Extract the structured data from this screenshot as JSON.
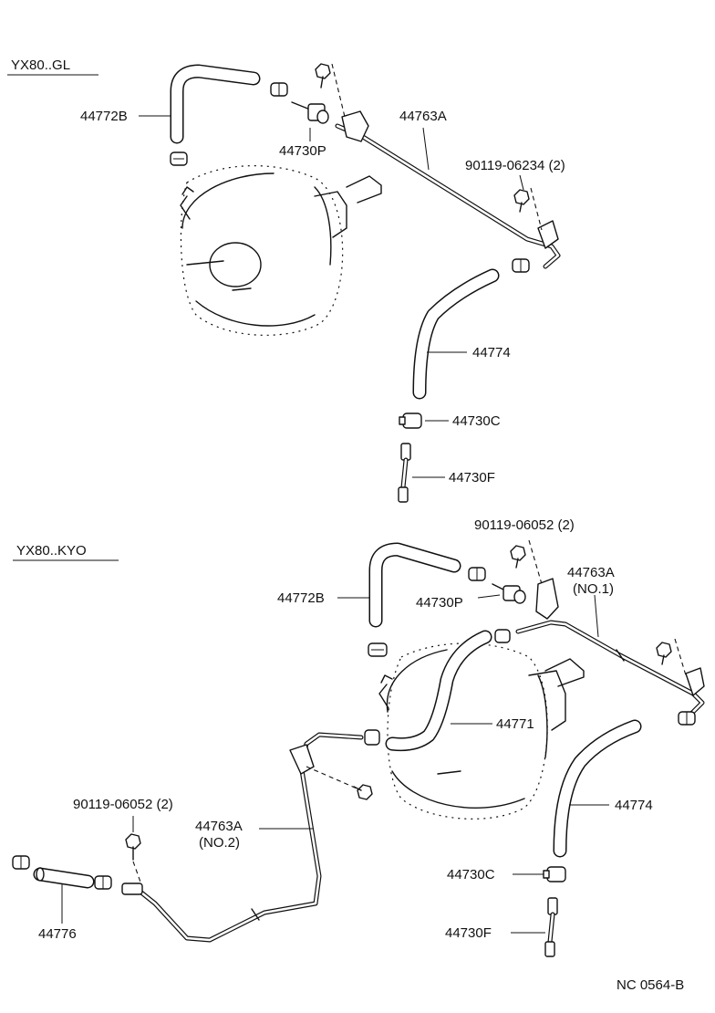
{
  "section_gl": {
    "title": "YX80..GL",
    "parts": {
      "hose_upper": "44772B",
      "check_valve": "44730P",
      "tube": "44763A",
      "bolt": "90119-06234 (2)",
      "hose_lower": "44774",
      "clamp": "44730C",
      "union": "44730F"
    }
  },
  "section_kyo": {
    "title": "YX80..KYO",
    "parts": {
      "bolt_upper": "90119-06052 (2)",
      "tube_no1_a": "44763A",
      "tube_no1_b": "(NO.1)",
      "hose_upper": "44772B",
      "check_valve": "44730P",
      "hose_mid": "44771",
      "hose_lower": "44774",
      "clamp": "44730C",
      "union": "44730F",
      "bolt_lower": "90119-06052 (2)",
      "tube_no2_a": "44763A",
      "tube_no2_b": "(NO.2)",
      "hose_left": "44776"
    }
  },
  "footer": {
    "code": "NC 0564-B"
  }
}
